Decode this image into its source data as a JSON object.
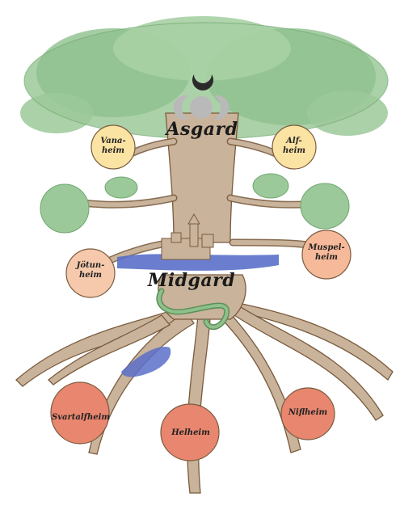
{
  "realms": {
    "asgard": "Asgard",
    "vanaheim": "Vana-\nheim",
    "alfheim": "Alf-\nheim",
    "jotunheim": "Jötun-\nheim",
    "muspelheim": "Muspel-\nheim",
    "midgard": "Midgard",
    "svartalfheim": "Svartalfheim",
    "helheim": "Helheim",
    "niflheim": "Niflheim"
  },
  "colors": {
    "foliage": "#9cc99a",
    "foliage_dark": "#6fa66e",
    "trunk": "#bfa88c",
    "trunk_line": "#7a5b3e",
    "yellow_realm": "#fbe3a3",
    "orange_realm": "#f6b99a",
    "red_realm": "#e8866f",
    "water": "#5a6fc9",
    "serpent": "#8fbf8a",
    "moon": "#3a3a3a",
    "silver": "#b9b9b9"
  },
  "icons": {
    "triple_moon": "triple-moon-icon",
    "castle": "castle-icon",
    "serpent": "serpent-icon"
  }
}
